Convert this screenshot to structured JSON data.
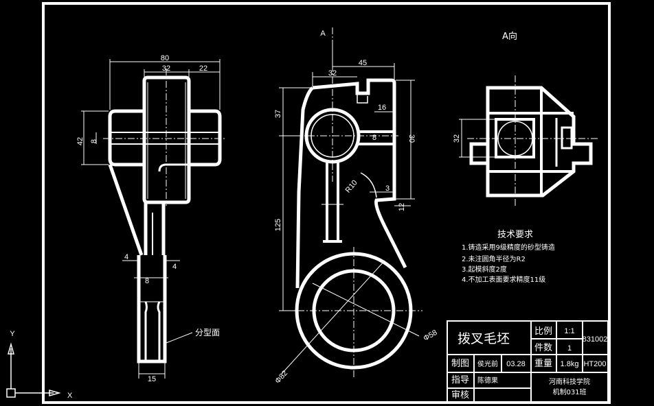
{
  "labels": {
    "view_a_arrow": "A",
    "view_a_title": "A向",
    "parting_surface": "分型面"
  },
  "dims": {
    "d80": "80",
    "d32a": "32",
    "d22": "22",
    "d42": "42",
    "d8a": "8",
    "d4a": "4",
    "d4b": "4",
    "d8b": "8",
    "d15": "15",
    "d32b": "32",
    "d45": "45",
    "d37": "37",
    "d16": "16",
    "d30": "30",
    "d8c": "8",
    "r10": "R10",
    "d3": "3",
    "d12": "12",
    "d125": "125",
    "phi58": "Φ58",
    "phi82": "Φ82",
    "d32c": "32"
  },
  "tech": {
    "title": "技术要求",
    "items": [
      "1.铸造采用9级精度的砂型铸造",
      "2.未注圆角半径为R2",
      "3.起模斜度2度",
      "4.不加工表面要求精度11级"
    ]
  },
  "title_block": {
    "part_name": "拨叉毛坯",
    "scale_label": "比例",
    "scale_value": "1:1",
    "count_label": "件数",
    "count_value": "1",
    "code": "831002",
    "drawn_label": "制图",
    "drawn_name": "侯光前",
    "drawn_date": "03.28",
    "weight_label": "重量",
    "weight_value": "1.8kg",
    "material": "HT200",
    "guide_label": "指导",
    "guide_name": "陈德果",
    "review_label": "审核",
    "school": "河南科技学院",
    "class_name": "机制031班"
  },
  "ucs": {
    "y": "Y",
    "x": "X"
  }
}
